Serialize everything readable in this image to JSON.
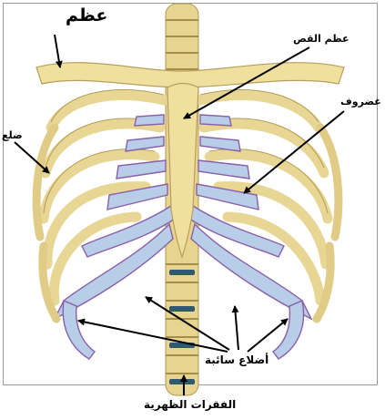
{
  "diagram": {
    "labels": {
      "bone": "عظم",
      "sternum": "عظم القص",
      "cartilage": "غضروف",
      "rib": "ضلع",
      "false_ribs": "أضلاع سائبة",
      "spine": "الفقرات الظهرية"
    },
    "colors": {
      "bone": "#efe0a0",
      "bone_shade": "#c9b06a",
      "cartilage": "#b8cde8",
      "cartilage_edge": "#8a5fa8",
      "arrow": "#000000"
    }
  }
}
